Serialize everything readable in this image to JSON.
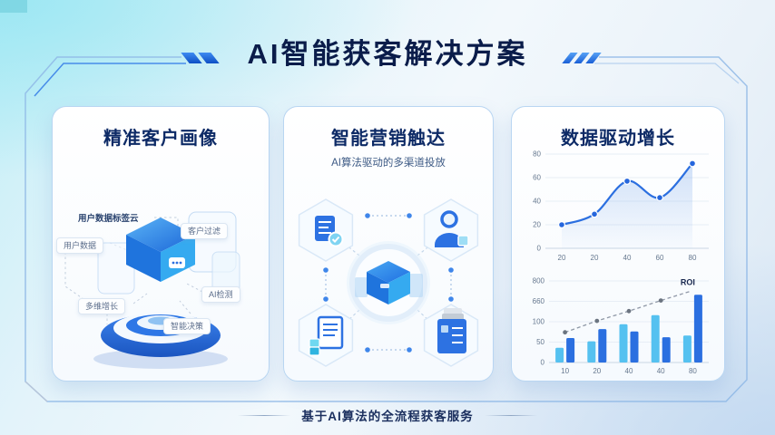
{
  "page": {
    "title": "AI智能获客解决方案",
    "tagline": "基于AI算法的全流程获客服务"
  },
  "colors": {
    "accent_blue": "#2b6fe0",
    "light_blue": "#55c1f0",
    "title_navy": "#0a1c4a",
    "card_border": "#b9d6f2",
    "background_teal": "#c2eff7"
  },
  "cards": {
    "portrait": {
      "title": "精准客户画像",
      "labels": {
        "tag_cloud": "用户数据标签云",
        "filter": "客户过滤",
        "user_data": "用户数据",
        "ai_detect": "AI检测",
        "growth": "多维增长",
        "decision": "智能决策"
      },
      "icon": "cube-on-pedestal-3d"
    },
    "marketing": {
      "title": "智能营销触达",
      "subtitle": "AI算法驱动的多渠道投放",
      "icons": [
        "document-check",
        "user-cube",
        "document-stack",
        "server-rack",
        "ai-cube-center"
      ]
    },
    "growth": {
      "title": "数据驱动增长"
    }
  },
  "chart_data": [
    {
      "type": "line",
      "title": "",
      "x_ticks": [
        "20",
        "20",
        "40",
        "60",
        "80"
      ],
      "y_ticks": [
        "0",
        "20",
        "40",
        "60",
        "80"
      ],
      "values": [
        20,
        29,
        57,
        43,
        72
      ],
      "ylim": [
        0,
        80
      ],
      "area": true,
      "grid": true,
      "legend": "none",
      "line_color": "#2b6fe0",
      "marker_color": "#2566dd",
      "area_color_top": "rgba(125,170,235,0.35)",
      "area_color_bottom": "rgba(125,170,235,0.03)"
    },
    {
      "type": "bar",
      "title": "",
      "x_ticks": [
        "10",
        "20",
        "40",
        "40",
        "80"
      ],
      "y_ticks": [
        "0",
        "50",
        "100",
        "660",
        "800"
      ],
      "grid": true,
      "series": [
        {
          "name": "light-bars",
          "color": "#55c1f0",
          "heights_pct": [
            18,
            26,
            47,
            58,
            33
          ]
        },
        {
          "name": "dark-bars",
          "color": "#2b6fe0",
          "heights_pct": [
            30,
            41,
            38,
            31,
            83
          ]
        }
      ],
      "trend": {
        "label": "ROI",
        "color": "#8f98a6",
        "dot_color": "#6b7480",
        "points_pct": [
          [
            10,
            37
          ],
          [
            30,
            51
          ],
          [
            50,
            63
          ],
          [
            70,
            76
          ],
          [
            88,
            87
          ]
        ]
      }
    }
  ]
}
